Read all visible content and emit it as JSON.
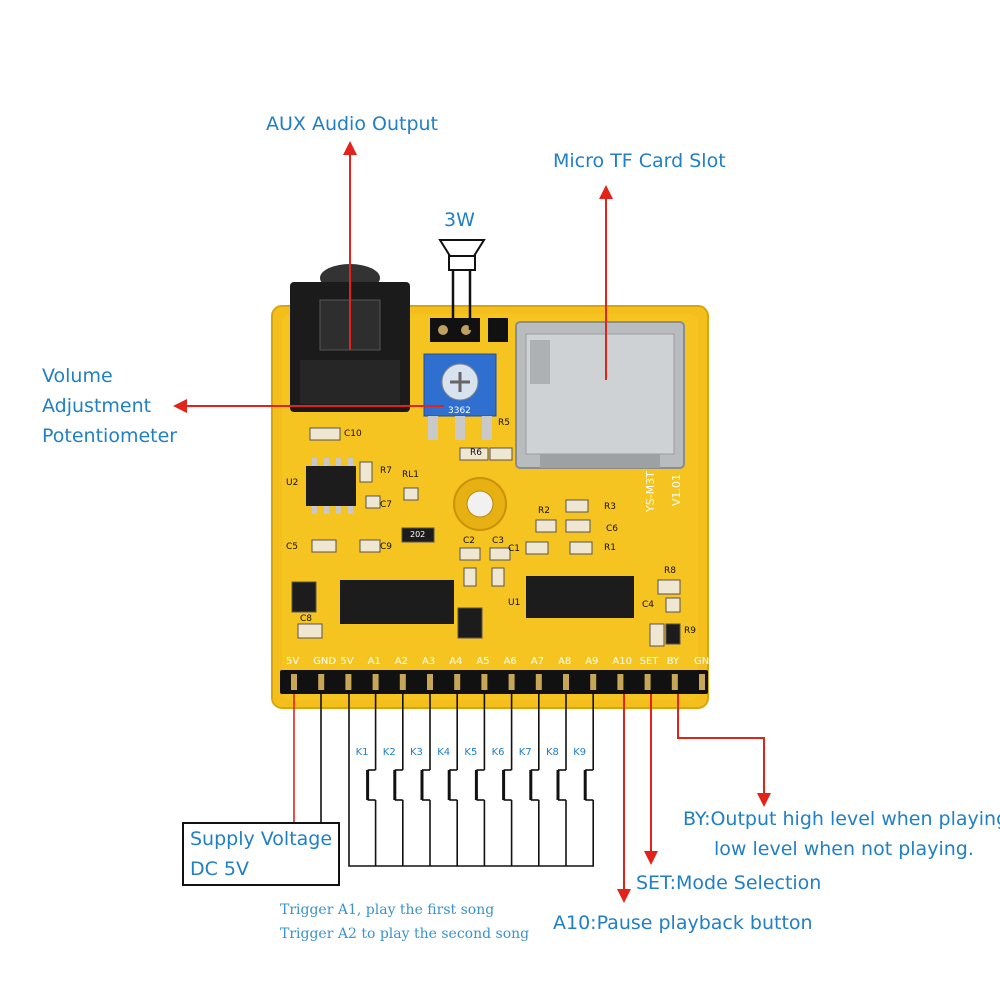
{
  "labels": {
    "aux": "AUX Audio Output",
    "micro_tf": "Micro TF Card Slot",
    "speaker_3w": "3W",
    "volume": [
      "Volume",
      "Adjustment",
      "Potentiometer"
    ],
    "supply": [
      "Supply Voltage",
      "DC 5V"
    ],
    "trigger": [
      "Trigger A1, play the first song",
      "Trigger A2 to play the second song"
    ],
    "a10": "A10:Pause playback button",
    "set": "SET:Mode Selection",
    "by": [
      "BY:Output high level when playing,",
      "low level when not playing."
    ]
  },
  "board": {
    "model": [
      "YS-M3T",
      "V1.01"
    ],
    "pins": [
      "5V",
      "GND",
      "5V",
      "A1",
      "A2",
      "A3",
      "A4",
      "A5",
      "A6",
      "A7",
      "A8",
      "A9",
      "A10",
      "SET",
      "BY",
      "GND"
    ],
    "keys": [
      "K1",
      "K2",
      "K3",
      "K4",
      "K5",
      "K6",
      "K7",
      "K8",
      "K9"
    ],
    "silkscreen": {
      "c10": "C10",
      "u2": "U2",
      "r7": "R7",
      "rl1": "RL1",
      "c7": "C7",
      "c5": "C5",
      "c9": "C9",
      "c2": "C2",
      "c3": "C3",
      "c1": "C1",
      "r2": "R2",
      "r3": "R3",
      "c6": "C6",
      "r1": "R1",
      "r5": "R5",
      "r6": "R6",
      "r8": "R8",
      "c4": "C4",
      "r9": "R9",
      "c8": "C8",
      "u1": "U1",
      "pot_code": "3362",
      "res_202": "202"
    }
  },
  "colors": {
    "board": "#f6c21a",
    "arrow": "#e2231a",
    "label": "#1f7fc7"
  }
}
